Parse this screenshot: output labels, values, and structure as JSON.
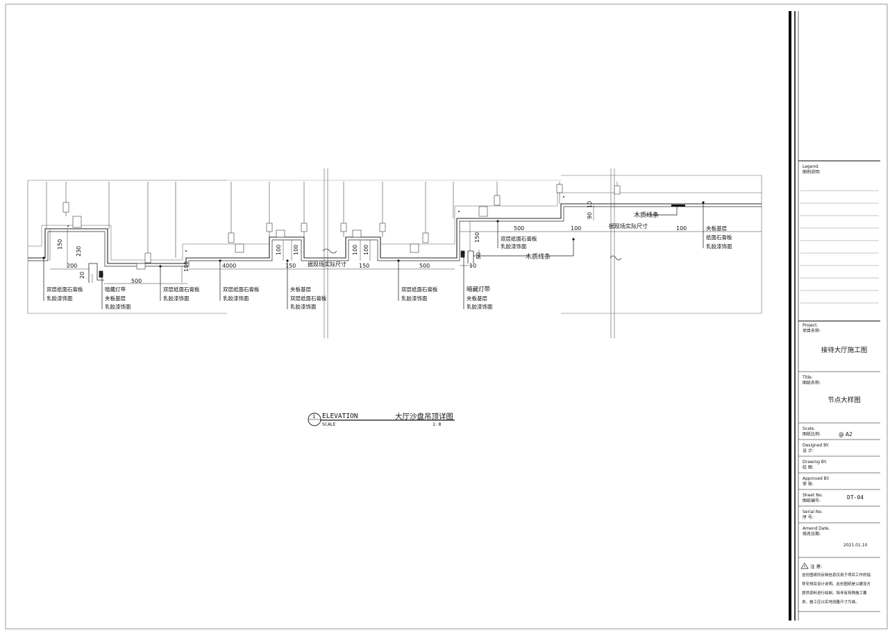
{
  "drawing": {
    "dimensions": {
      "d150_left": "150",
      "d230": "230",
      "d200": "200",
      "d20": "20",
      "d500_left": "500",
      "d100_a": "100",
      "d4000": "4000",
      "d100_b": "100",
      "d100_c": "100",
      "d150_mid_a": "150",
      "d100_d": "100",
      "d100_e": "100",
      "d150_mid_b": "150",
      "d500_mid": "500",
      "d10": "10",
      "d50": "50",
      "d150_right": "150",
      "d500_right": "500",
      "d100_right_a": "100",
      "d90": "90",
      "d10_right": "10",
      "d100_right_b": "100",
      "site_note_1": "据现场实际尺寸",
      "site_note_2": "据现场实际尺寸"
    },
    "callouts": {
      "c1": [
        "双层纸面石膏板",
        "乳胶漆饰面"
      ],
      "c2": [
        "暗藏灯带",
        "夹板基层",
        "乳胶漆饰面"
      ],
      "c3": [
        "双层纸面石膏板",
        "乳胶漆饰面"
      ],
      "c4": [
        "双层纸面石膏板",
        "乳胶漆饰面"
      ],
      "c5": [
        "夹板基层",
        "双层纸面石膏板",
        "乳胶漆饰面"
      ],
      "c6": [
        "双层纸面石膏板",
        "乳胶漆饰面"
      ],
      "c7": [
        "暗藏灯带",
        "夹板基层",
        "乳胶漆饰面"
      ],
      "c8": [
        "双层纸面石膏板",
        "乳胶漆饰面"
      ],
      "c9": [
        "夹板基层",
        "纸面石膏板",
        "乳胶漆饰面"
      ],
      "wood_strip_1": "木质线条",
      "wood_strip_2": "木质线条"
    },
    "caption": {
      "number": "1",
      "elevation": "ELEVATION",
      "scale_label": "SCALE",
      "title": "大厅沙盘吊顶详图",
      "scale_value": "1: 8"
    }
  },
  "title_block": {
    "legend_label_en": "Legend.",
    "legend_label_cn": "图例说明:",
    "project_label_en": "Project.",
    "project_label_cn": "项目名称:",
    "project_name": "接待大厅施工图",
    "title_label_en": "Title.",
    "title_label_cn": "图纸名称:",
    "title_value": "节点大样图",
    "scale_label_en": "Scale.",
    "scale_label_cn": "图纸比例:",
    "scale_value": "@ A2",
    "designed_en": "Designed BY.",
    "designed_cn": "设    计:",
    "drawing_en": "Drawing BY.",
    "drawing_cn": "绘    图:",
    "approved_en": "Approved BY.",
    "approved_cn": "审    核:",
    "sheet_en": "Sheet No.",
    "sheet_cn": "图纸编号:",
    "sheet_value": "DT-04",
    "serial_en": "Serial No.",
    "serial_cn": "序    号:",
    "amend_en": "Amend Date.",
    "amend_cn": "修改日期:",
    "amend_value": "2021.01.10",
    "notice_title": "注 意:",
    "notice_lines": [
      "这份图纸所反映信息仅用于项目工作的指",
      "导安排及设计说明。此份图纸是以建设方",
      "提供资料进行绘制，除非有特殊施工要",
      "求。施工应以实地测量尺寸为准。"
    ]
  }
}
